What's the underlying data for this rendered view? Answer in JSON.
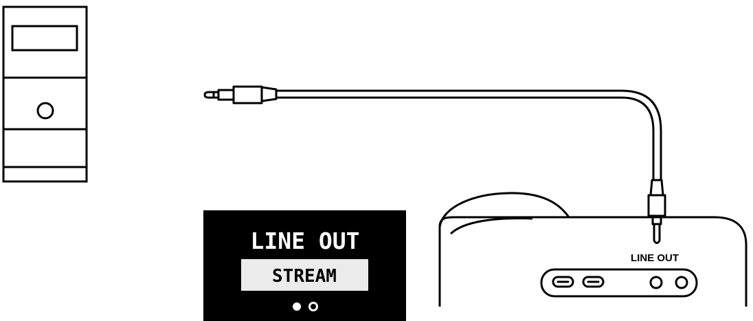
{
  "display": {
    "title": "LINE OUT",
    "selected_option": "STREAM",
    "page_indicator": {
      "total": 2,
      "active": 1
    }
  },
  "device": {
    "port_label": "LINE OUT"
  },
  "colors": {
    "line": "#000000",
    "background": "#ffffff",
    "display_bg": "#000000",
    "display_text": "#ffffff",
    "selection_bg": "#ebebeb",
    "selection_text": "#000000"
  },
  "icons": {
    "external_device": "amplifier-speaker-icon",
    "cable": "audio-cable-3.5mm-icon",
    "main_device": "audio-interface-icon"
  }
}
